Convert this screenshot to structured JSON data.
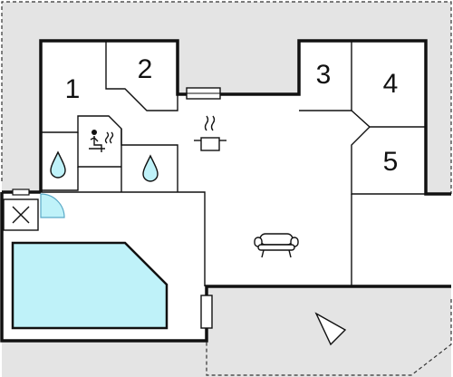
{
  "rooms": [
    {
      "label": "1"
    },
    {
      "label": "2"
    },
    {
      "label": "3"
    },
    {
      "label": "4"
    },
    {
      "label": "5"
    }
  ],
  "icons": {
    "sauna": "sauna-icon",
    "kitchen": "cooking-pot-icon",
    "shower_left": "water-drop-icon",
    "shower_right": "water-drop-icon",
    "sofa": "sofa-icon",
    "utility": "cross-box-icon",
    "compass": "compass-arrow-icon"
  },
  "colors": {
    "terrain": "#e4e4e4",
    "pool": "#bff2f9",
    "wall": "#111111",
    "floor": "#ffffff"
  }
}
